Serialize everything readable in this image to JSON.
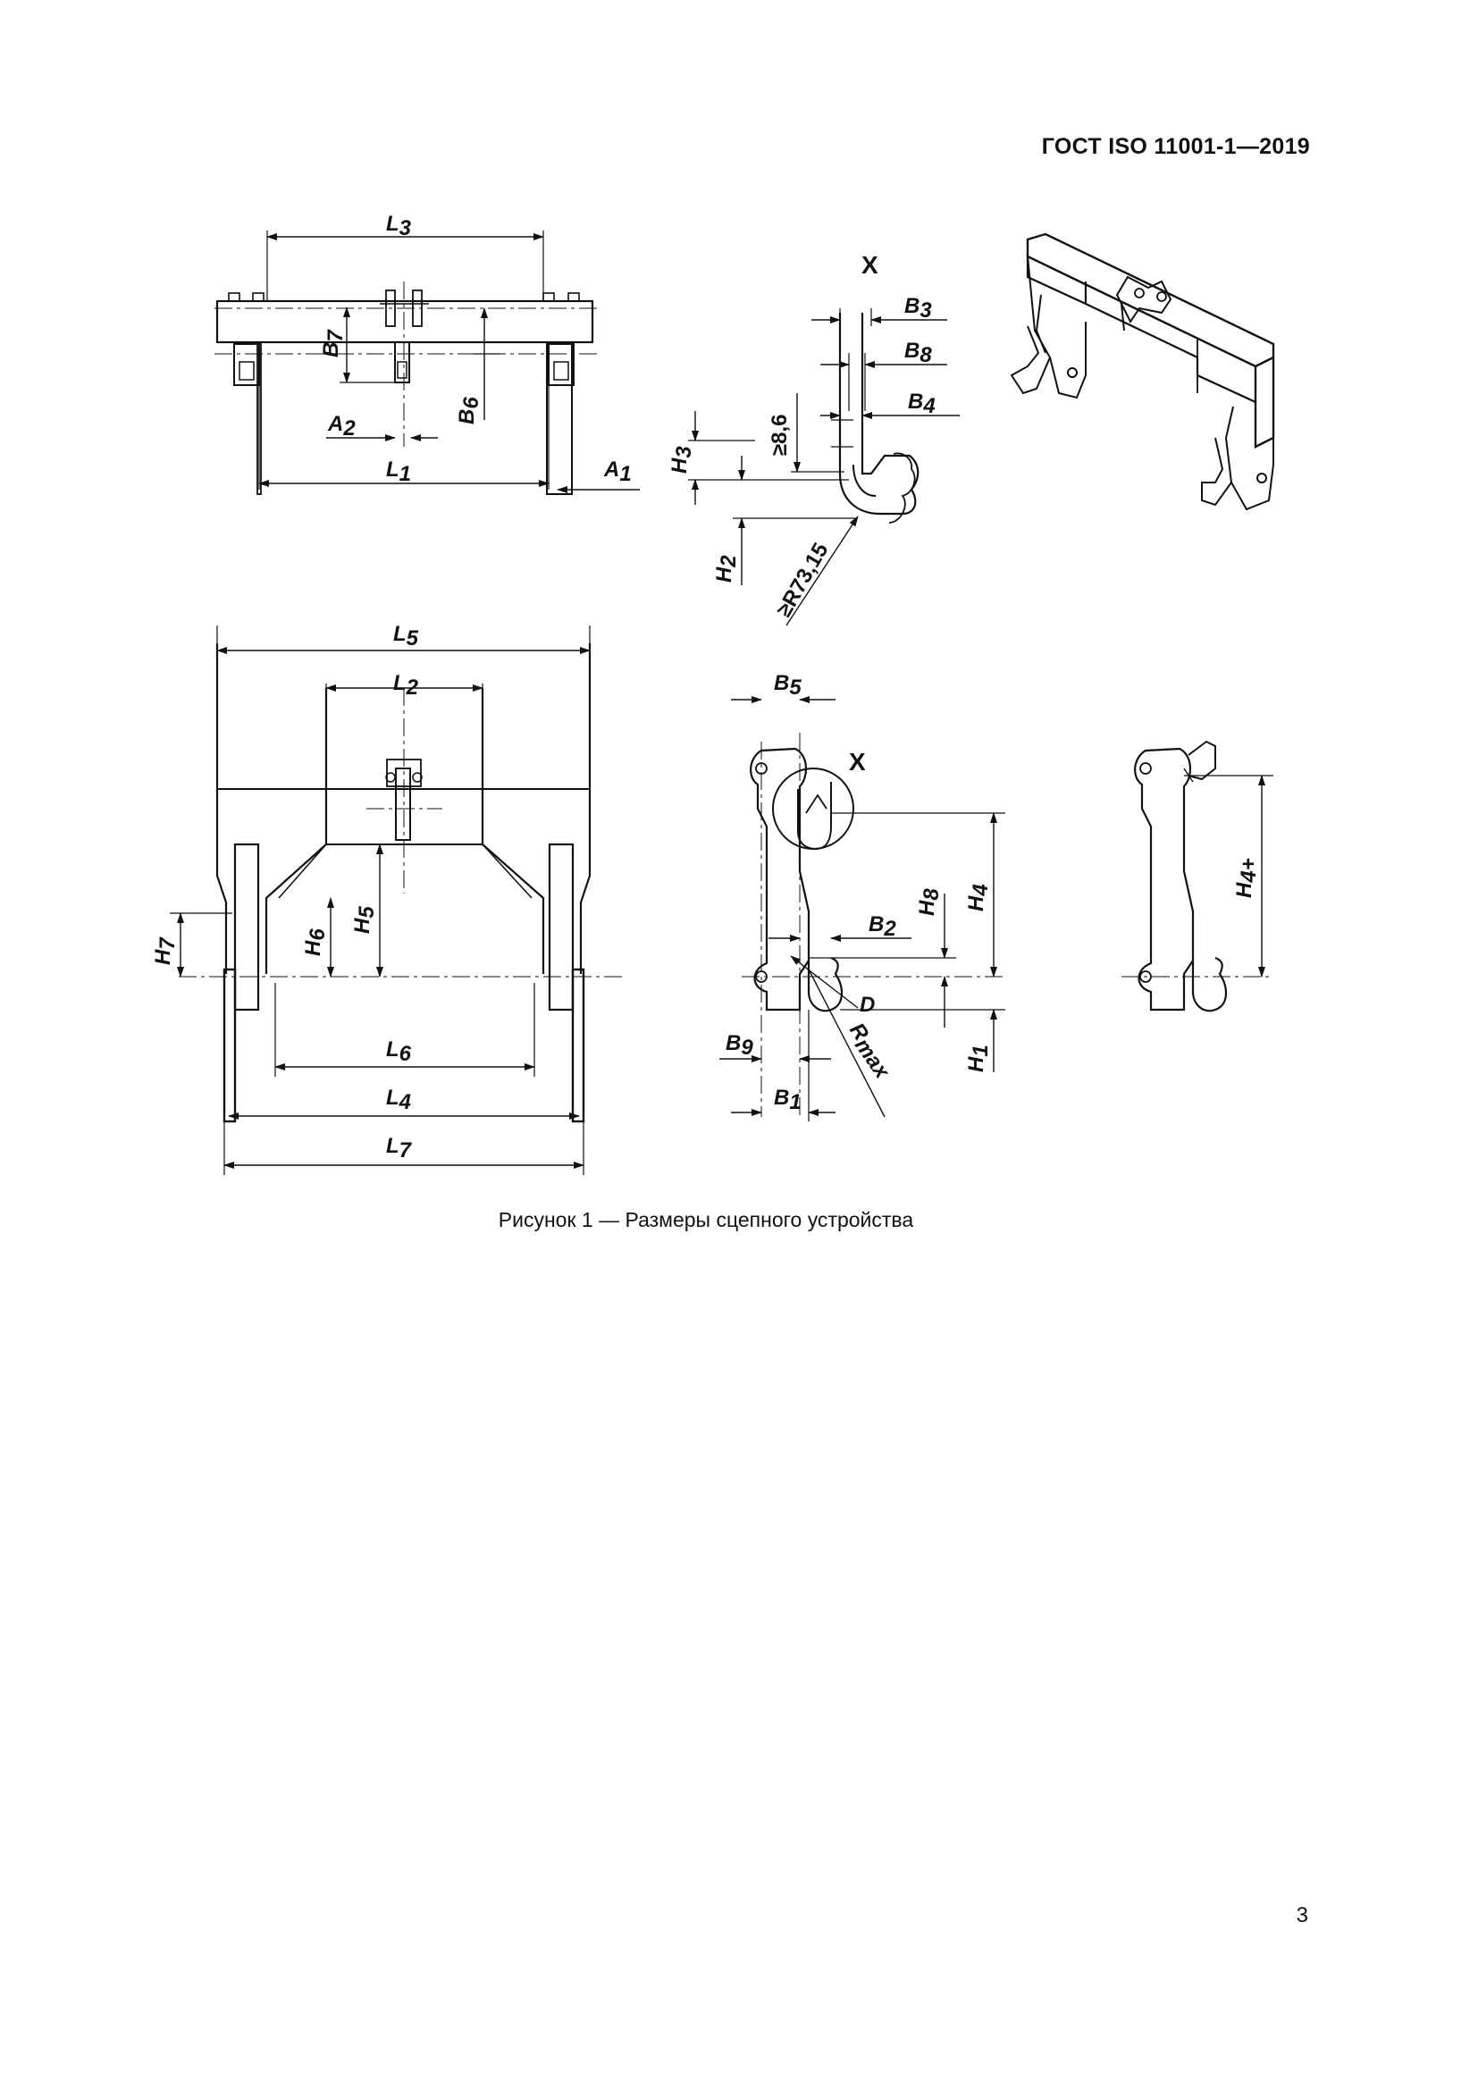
{
  "header": {
    "standard_id": "ГОСТ ISO 11001-1—2019"
  },
  "figure": {
    "caption": "Рисунок 1 — Размеры сцепного устройства",
    "detail_marker": "X",
    "dimension_labels": {
      "L3": {
        "base": "L",
        "sub": "3"
      },
      "L1": {
        "base": "L",
        "sub": "1"
      },
      "A1": {
        "base": "A",
        "sub": "1"
      },
      "A2": {
        "base": "A",
        "sub": "2"
      },
      "B7": {
        "base": "B",
        "sub": "7"
      },
      "B6": {
        "base": "B",
        "sub": "6"
      },
      "B3": {
        "base": "B",
        "sub": "3"
      },
      "B8": {
        "base": "B",
        "sub": "8"
      },
      "B4": {
        "base": "B",
        "sub": "4"
      },
      "H3": {
        "base": "H",
        "sub": "3"
      },
      "H2": {
        "base": "H",
        "sub": "2"
      },
      "L5": {
        "base": "L",
        "sub": "5"
      },
      "L2": {
        "base": "L",
        "sub": "2"
      },
      "H7": {
        "base": "H",
        "sub": "7"
      },
      "H6": {
        "base": "H",
        "sub": "6"
      },
      "H5": {
        "base": "H",
        "sub": "5"
      },
      "L6": {
        "base": "L",
        "sub": "6"
      },
      "L4": {
        "base": "L",
        "sub": "4"
      },
      "L7": {
        "base": "L",
        "sub": "7"
      },
      "B5": {
        "base": "B",
        "sub": "5"
      },
      "B2": {
        "base": "B",
        "sub": "2"
      },
      "B9": {
        "base": "B",
        "sub": "9"
      },
      "B1": {
        "base": "B",
        "sub": "1"
      },
      "H8": {
        "base": "H",
        "sub": "8"
      },
      "H4": {
        "base": "H",
        "sub": "4"
      },
      "H1": {
        "base": "H",
        "sub": "1"
      },
      "H4plus": {
        "base": "H",
        "sub": "4+"
      },
      "D": {
        "base": "D"
      },
      "Rmax": {
        "base": "R",
        "sub": "max"
      }
    },
    "values": {
      "min_thickness": "≥8,6",
      "min_radius": "≥R73,15"
    }
  },
  "footer": {
    "page_number": "3"
  }
}
